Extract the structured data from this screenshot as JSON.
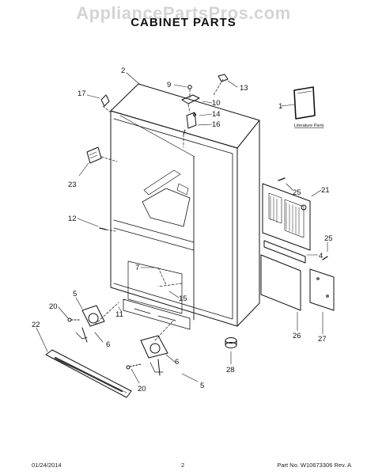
{
  "watermark": "AppliancePartsPros.com",
  "title": "CABINET PARTS",
  "callouts": {
    "c1": "1",
    "c2": "2",
    "c3": "4",
    "c4": "5",
    "c5": "5",
    "c6": "6",
    "c7": "6",
    "c8": "7",
    "c9": "9",
    "c10": "10",
    "c11": "11",
    "c12": "12",
    "c13": "13",
    "c14": "14",
    "c15": "15",
    "c16": "16",
    "c17": "17",
    "c18": "20",
    "c19": "20",
    "c20": "21",
    "c21": "22",
    "c22": "23",
    "c23": "25",
    "c24": "25",
    "c25": "26",
    "c26": "27",
    "c27": "28"
  },
  "literature_label": "Literature Parts",
  "footer": {
    "date": "01/24/2014",
    "page": "2",
    "part_number": "Part No. W10673306  Rev. A"
  }
}
